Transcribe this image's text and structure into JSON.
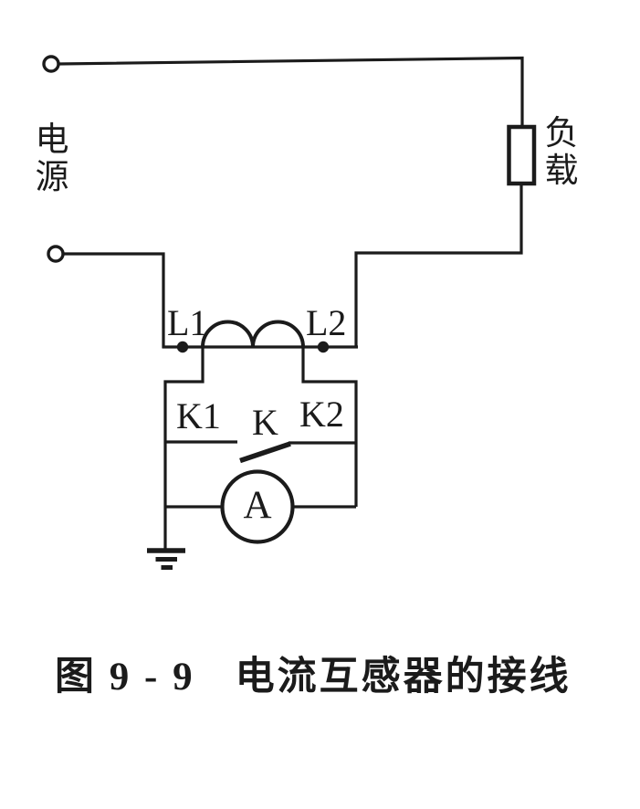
{
  "colors": {
    "ink": "#1b1b1b",
    "paper": "#ffffff"
  },
  "diagram": {
    "source_label": "电源",
    "load_label": "负载",
    "ct_primary": {
      "left_terminal": "L1",
      "right_terminal": "L2"
    },
    "ct_secondary": {
      "left_terminal": "K1",
      "switch": "K",
      "right_terminal": "K2"
    },
    "ammeter_label": "A"
  },
  "caption": {
    "figure_number": "图 9 - 9",
    "title": "电流互感器的接线"
  }
}
